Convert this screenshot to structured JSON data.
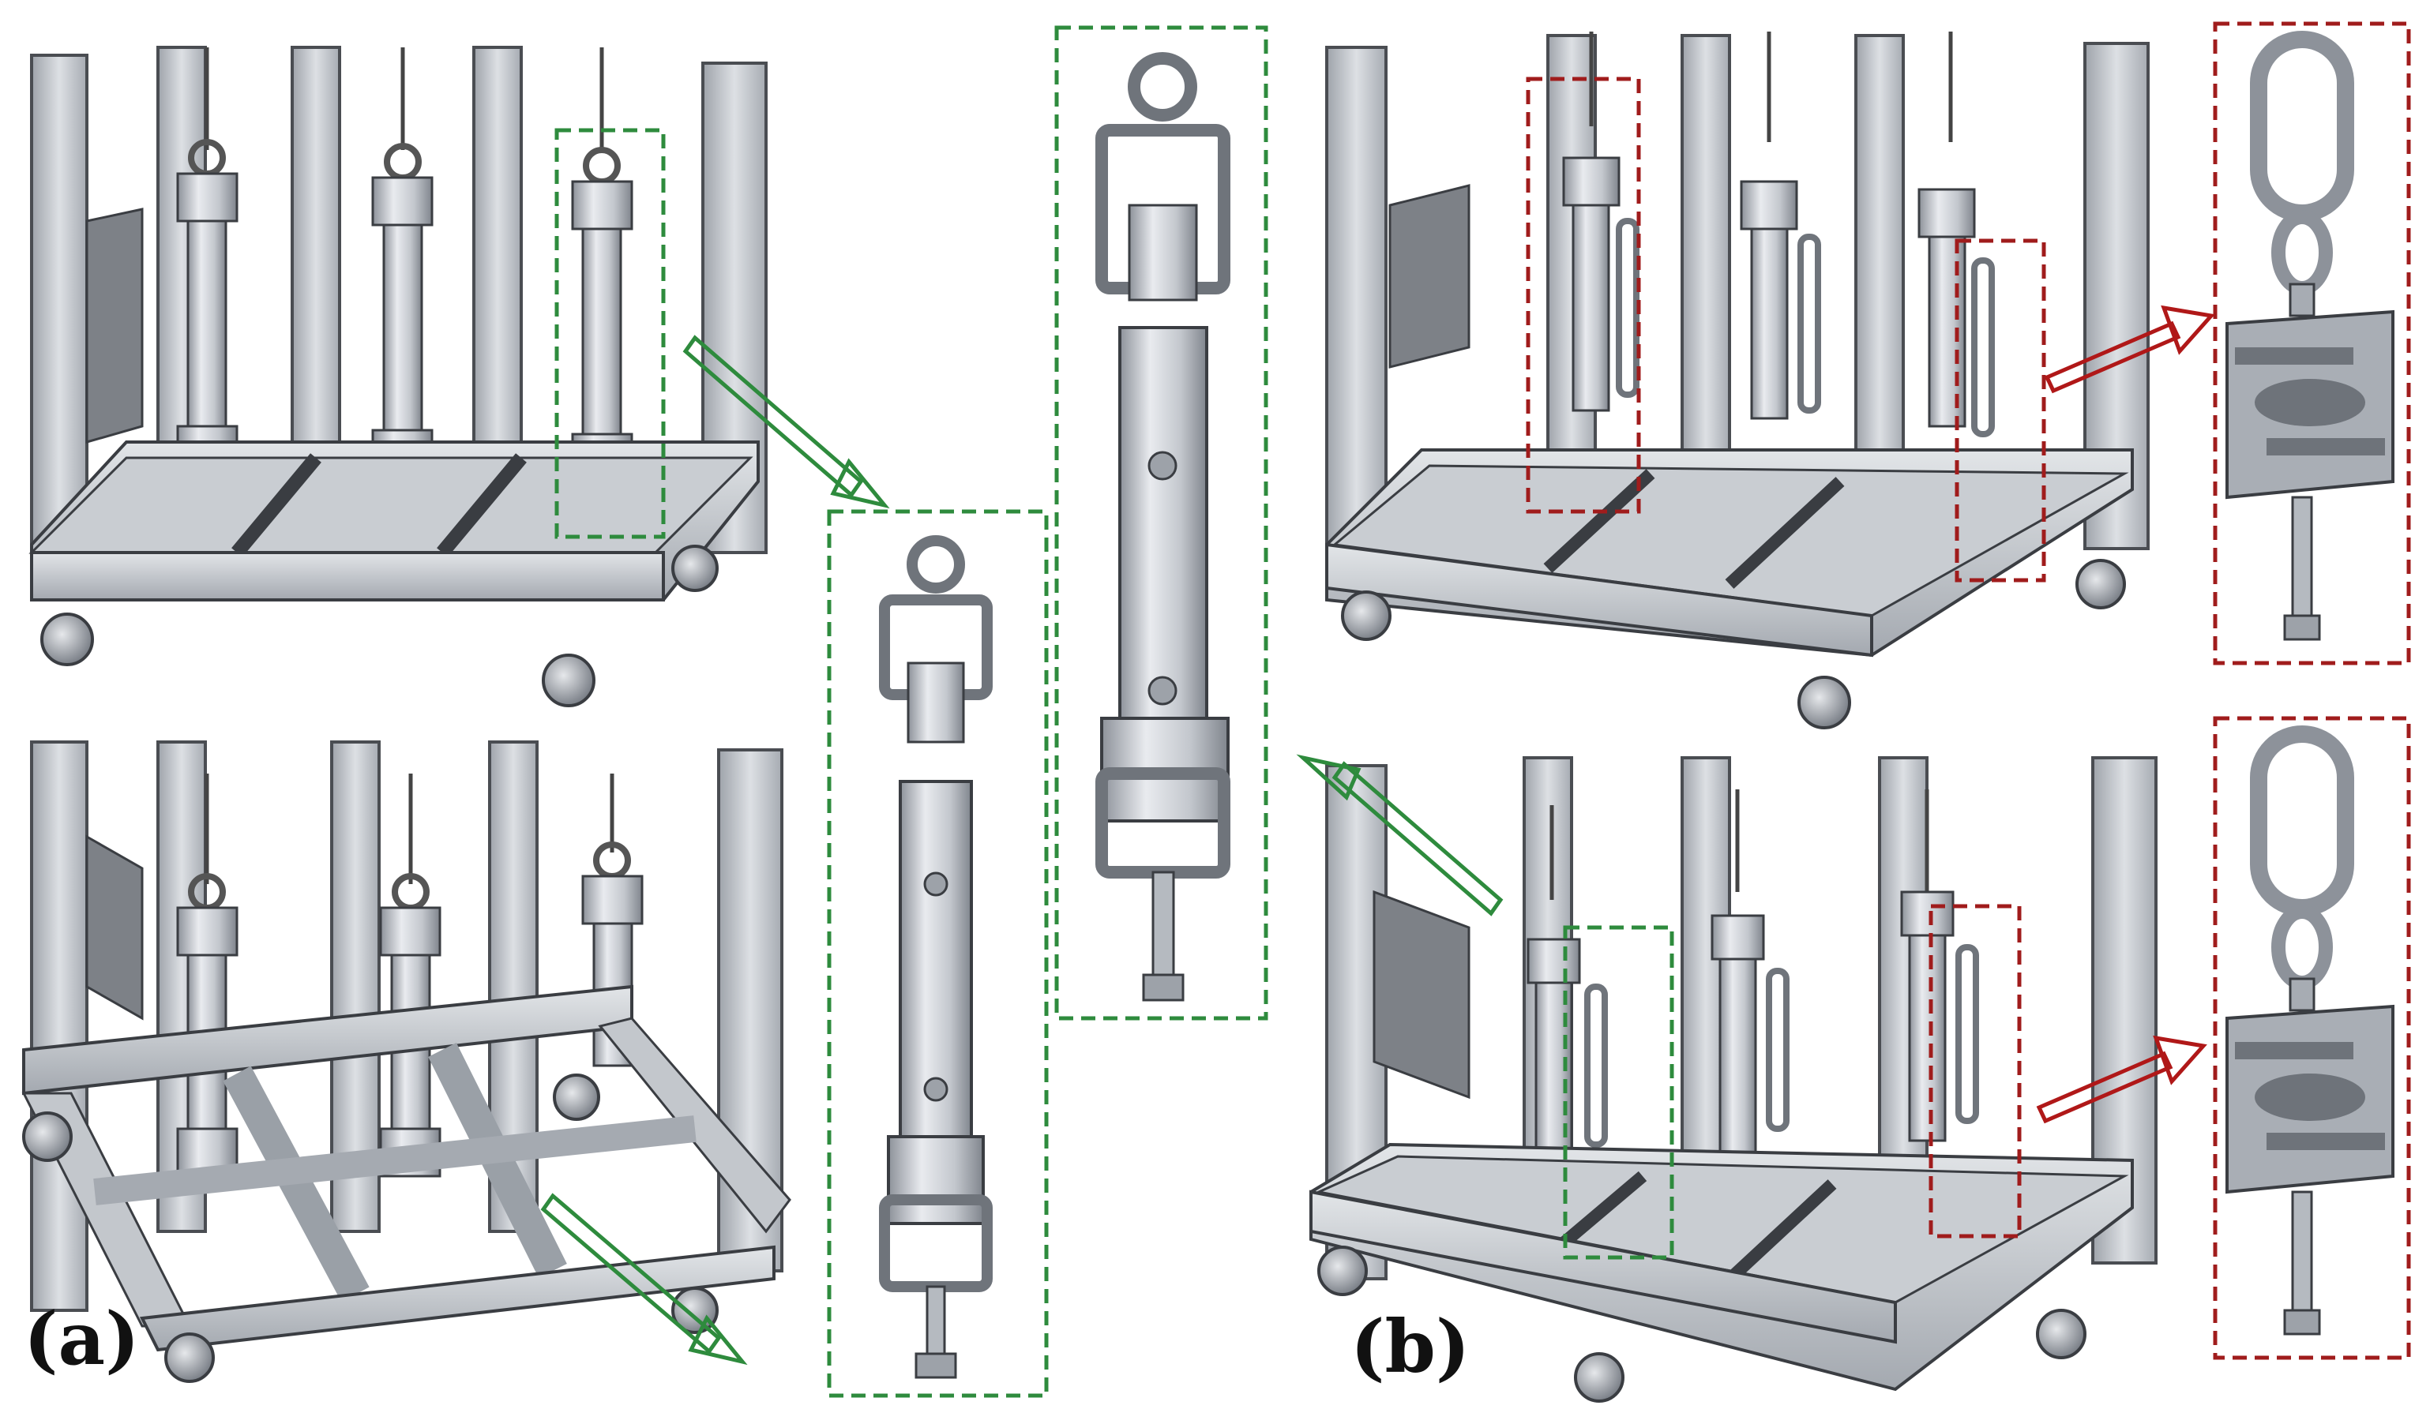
{
  "labels": {
    "a": "(a)",
    "b": "(b)"
  },
  "colors": {
    "metal_light": "#d4d7dc",
    "metal_mid": "#b3b8bf",
    "metal_dark": "#6e737a",
    "outline": "#3a3d42",
    "plate": "#7a7e84",
    "green_box": "#2e8b3d",
    "green_arrow": "#2e8b3d",
    "red_box": "#a01c1c",
    "red_arrow": "#b01818"
  },
  "components": {
    "rig_a_top": "test-rig-with-turnbuckle-sensors-front",
    "rig_a_bottom": "test-rig-with-turnbuckle-sensors-rear",
    "sensor_a": "turnbuckle-tension-sensor-detail",
    "rig_b_top": "test-rig-with-s-type-load-cells-front",
    "rig_b_bottom": "test-rig-with-s-type-load-cells-rear",
    "sensor_b": "s-type-load-cell-with-shackle-detail"
  }
}
